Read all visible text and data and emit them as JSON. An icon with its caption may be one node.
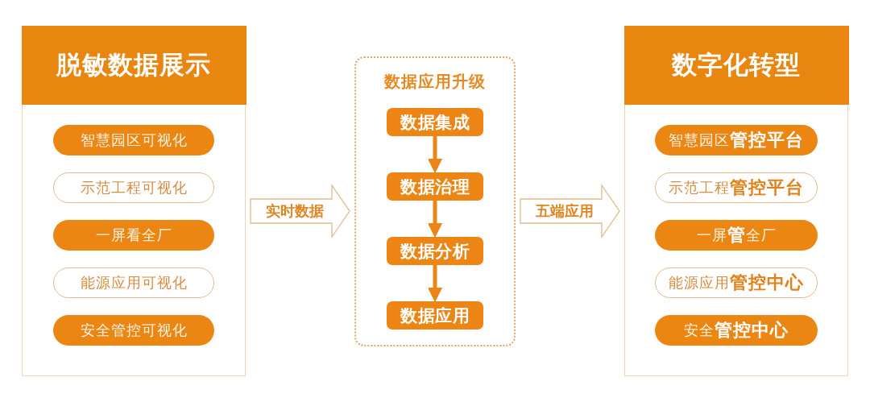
{
  "diagram": {
    "nodes": [
      {
        "text": [
          "脱敏数据展示"
        ]
      },
      {
        "text": [
          "智慧园区可视化"
        ],
        "in": 0
      },
      {
        "text": [
          "示范工程可视化"
        ],
        "in": 0
      },
      {
        "text": [
          "一屏看全厂"
        ],
        "in": 0
      },
      {
        "text": [
          "能源应用可视化"
        ],
        "in": 0
      },
      {
        "text": [
          "安全管控可视化"
        ],
        "in": 0
      },
      {
        "text": [
          "数据应用升级"
        ]
      },
      {
        "text": [
          "数据集成"
        ],
        "in": 6
      },
      {
        "text": [
          "数据治理"
        ],
        "in": 6
      },
      {
        "text": [
          "数据分析"
        ],
        "in": 6
      },
      {
        "text": [
          "数据应用"
        ],
        "in": 6
      },
      {
        "text": [
          "数字化转型"
        ]
      },
      {
        "text": [
          "智慧园区**管控平台**"
        ],
        "in": 11
      },
      {
        "text": [
          "示范工程**管控平台**"
        ],
        "in": 11
      },
      {
        "text": [
          "一屏**管**全厂"
        ],
        "in": 11
      },
      {
        "text": [
          "能源应用**管控中心**"
        ],
        "in": 11
      },
      {
        "text": [
          "安全**管控中心**"
        ],
        "in": 11
      }
    ],
    "edges": [
      {
        "from": 0,
        "to": 6,
        "arrow": "to",
        "label": "实时数据"
      },
      {
        "from": 7,
        "to": 8,
        "arrow": "to"
      },
      {
        "from": 8,
        "to": 9,
        "arrow": "to"
      },
      {
        "from": 9,
        "to": 10,
        "arrow": "to"
      },
      {
        "from": 6,
        "to": 11,
        "arrow": "to",
        "label": "五端应用"
      }
    ]
  }
}
